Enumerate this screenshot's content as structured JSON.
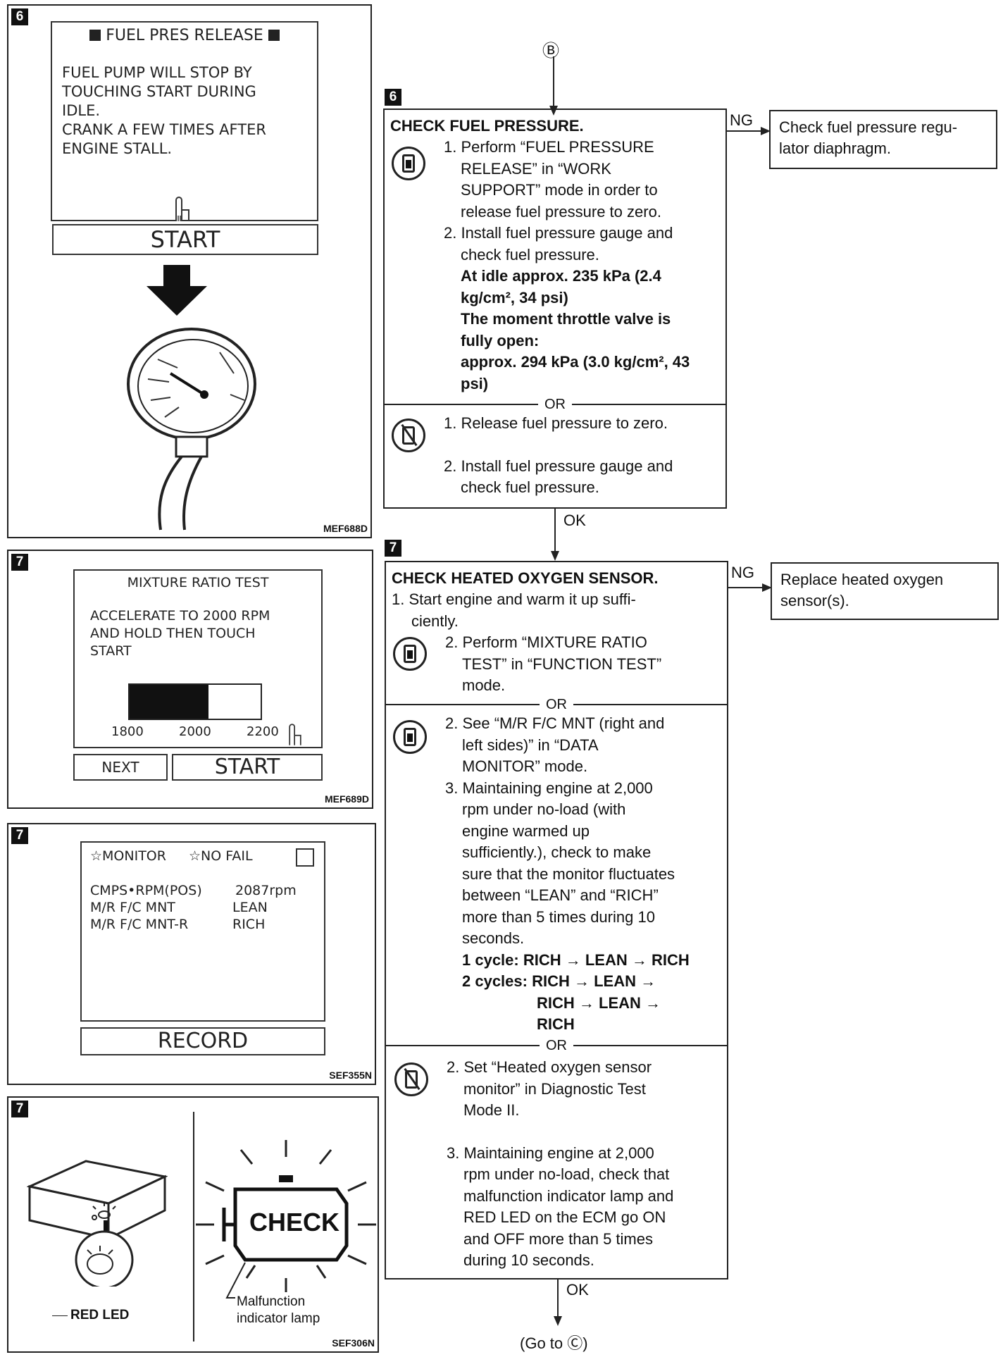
{
  "left": {
    "panel6": {
      "step": "6",
      "screen_title": "FUEL PRES RELEASE",
      "screen_lines": [
        "FUEL PUMP WILL STOP BY",
        "TOUCHING START DURING",
        "IDLE.",
        "CRANK A FEW TIMES AFTER",
        "ENGINE STALL."
      ],
      "start_label": "START",
      "code": "MEF688D"
    },
    "panel7a": {
      "step": "7",
      "screen_title": "MIXTURE RATIO TEST",
      "screen_lines": [
        "ACCELERATE TO 2000 RPM",
        "AND HOLD THEN TOUCH",
        "START"
      ],
      "bar_ticks": [
        "1800",
        "2000",
        "2200"
      ],
      "bar_fill": 0.6,
      "next_label": "NEXT",
      "start_label": "START",
      "code": "MEF689D"
    },
    "panel7b": {
      "step": "7",
      "monitor_label": "☆MONITOR",
      "nofail_label": "☆NO FAIL",
      "rows": [
        {
          "name": "CMPS•RPM(POS)",
          "value": "2087rpm"
        },
        {
          "name": "M/R F/C MNT",
          "value": "LEAN"
        },
        {
          "name": "M/R F/C MNT-R",
          "value": "RICH"
        }
      ],
      "record_label": "RECORD",
      "code": "SEF355N"
    },
    "panel7c": {
      "step": "7",
      "red_led_label": "RED LED",
      "check_label": "CHECK",
      "mil_label_1": "Malfunction",
      "mil_label_2": "indicator lamp",
      "code": "SEF306N"
    }
  },
  "flow": {
    "connector_top": "Ⓑ",
    "step6": {
      "step": "6",
      "title": "CHECK FUEL PRESSURE.",
      "consult_lines": [
        "1. Perform “FUEL PRESSURE",
        "RELEASE” in “WORK",
        "SUPPORT” mode in order to",
        "release fuel pressure to zero.",
        "2. Install fuel pressure gauge and",
        "check fuel pressure."
      ],
      "spec_lines": [
        "At idle approx. 235 kPa (2.4",
        "kg/cm², 34 psi)",
        "The moment throttle valve is",
        "fully open:",
        "approx. 294 kPa (3.0 kg/cm², 43",
        "psi)"
      ],
      "or_label": "OR",
      "manual_lines": [
        "1. Release fuel pressure to zero.",
        "2. Install fuel pressure gauge and",
        "check fuel pressure."
      ],
      "ng_label": "NG",
      "ng_action": [
        "Check fuel pressure regu-",
        "lator diaphragm."
      ],
      "ok_label": "OK"
    },
    "step7": {
      "step": "7",
      "title": "CHECK HEATED OXYGEN SENSOR.",
      "intro_lines": [
        "1. Start engine and warm it up suffi-",
        "ciently."
      ],
      "consult_a_lines": [
        "2. Perform “MIXTURE RATIO",
        "TEST” in “FUNCTION TEST”",
        "mode."
      ],
      "or_label": "OR",
      "consult_b_lines": [
        "2. See “M/R F/C MNT (right and",
        "left sides)” in “DATA",
        "MONITOR” mode.",
        "3. Maintaining engine at 2,000",
        "rpm under no-load (with",
        "engine warmed up",
        "sufficiently.), check to make",
        "sure that the monitor fluctuates",
        "between “LEAN” and “RICH”",
        "more than 5 times during 10",
        "seconds."
      ],
      "cycle_lines": [
        "1 cycle: RICH → LEAN → RICH",
        "2 cycles: RICH → LEAN →",
        "RICH → LEAN →",
        "RICH"
      ],
      "manual_lines_a": [
        "2. Set “Heated oxygen sensor",
        "monitor” in Diagnostic Test",
        "Mode II."
      ],
      "manual_lines_b": [
        "3. Maintaining engine at 2,000",
        "rpm under no-load, check that",
        "malfunction indicator lamp and",
        "RED LED on the ECM go ON",
        "and OFF more than 5 times",
        "during 10 seconds."
      ],
      "ng_label": "NG",
      "ng_action": [
        "Replace heated oxygen",
        "sensor(s)."
      ],
      "ok_label": "OK"
    },
    "goto": "(Go to Ⓒ)"
  }
}
